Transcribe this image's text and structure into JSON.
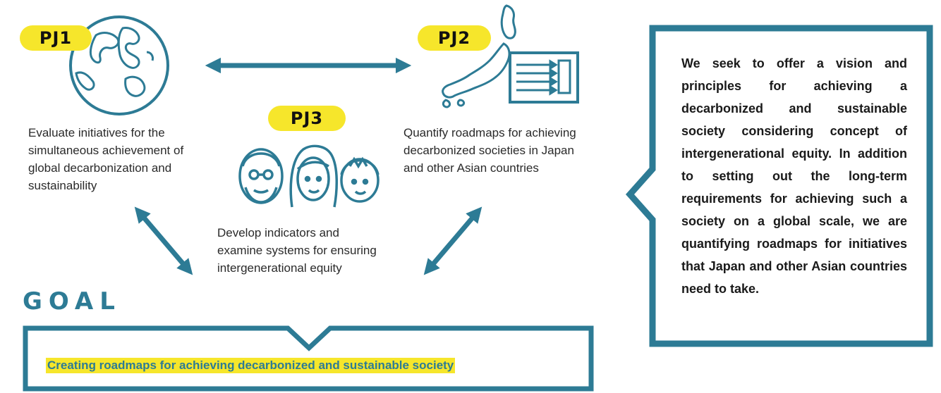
{
  "projects": {
    "pj1": {
      "label": "PJ1",
      "description": "Evaluate initiatives for the simultaneous achievement of global decarbonization and sustainability"
    },
    "pj2": {
      "label": "PJ2",
      "description": "Quantify roadmaps for achieving decarbonized societies in Japan and other Asian countries"
    },
    "pj3": {
      "label": "PJ3",
      "description": "Develop indicators and examine systems for ensuring intergenerational equity"
    }
  },
  "goal": {
    "title": "GOAL",
    "text": "Creating roadmaps for achieving decarbonized and sustainable society"
  },
  "callout": {
    "text": "We seek to offer a vision and principles for achieving a decarbonized and sustainable society considering concept of intergenerational equity. In addition to setting out the long-term requirements for achieving such a society on a global scale, we are quantifying roadmaps for initiatives that Japan and other Asian countries need to take."
  },
  "colors": {
    "teal": "#2d7b95",
    "highlight": "#f6e62b"
  },
  "icons": [
    "globe-icon",
    "japan-map-icon",
    "roadmap-chart-icon",
    "people-generations-icon",
    "double-arrow-icon"
  ]
}
